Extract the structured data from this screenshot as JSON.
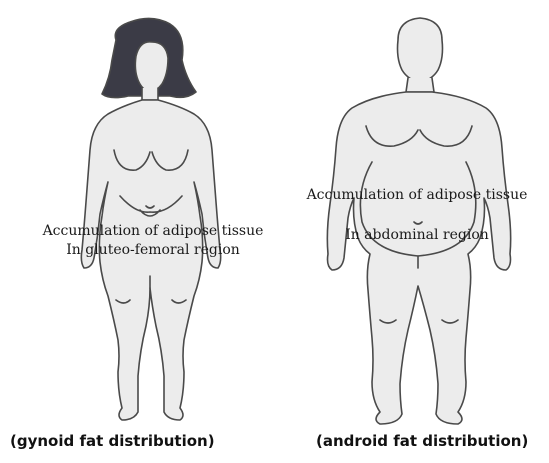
{
  "figures": [
    {
      "id": "gynoid",
      "annotation_line1": "Accumulation of adipose tissue",
      "annotation_line2": "In gluteo-femoral region",
      "caption": "(gynoid fat distribution)"
    },
    {
      "id": "android",
      "annotation_line1": "Accumulation of adipose tissue",
      "annotation_line2": "In abdominal region",
      "caption": "(android fat distribution)"
    }
  ],
  "colors": {
    "outline": "#4a4a4a",
    "body_fill": "#ececec",
    "hair": "#3b3b46"
  }
}
